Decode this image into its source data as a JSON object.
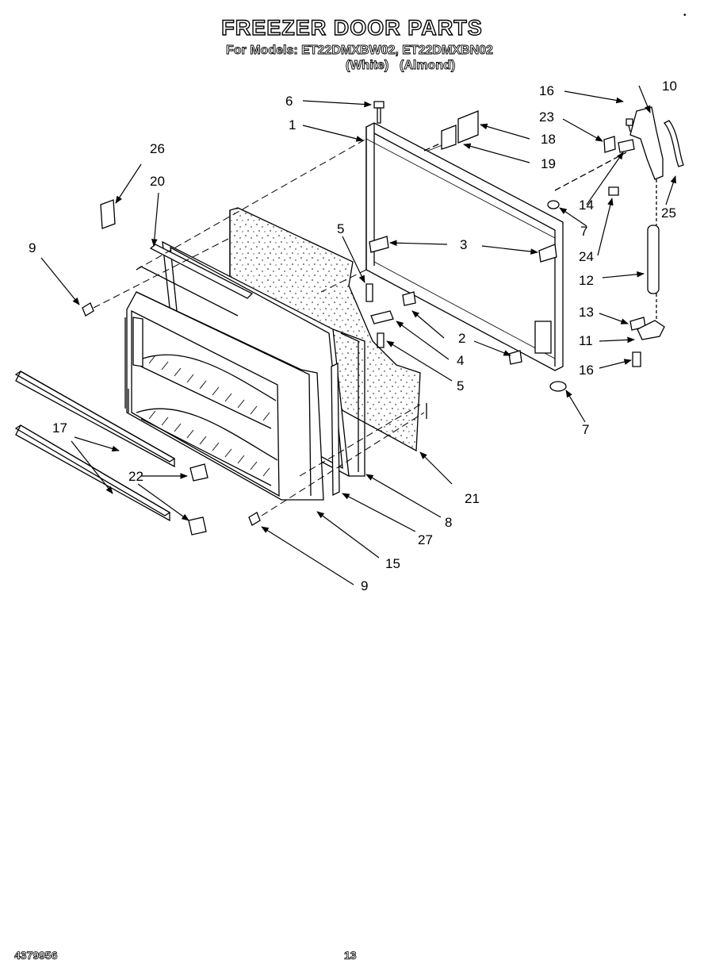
{
  "title": "FREEZER DOOR PARTS",
  "models_line": "For Models: ET22DMXBW02, ET22DMXBN02",
  "color_white": "(White)",
  "color_almond": "(Almond)",
  "footer_code": "4379956",
  "page_number": "13",
  "corner_mark": "•",
  "callouts": {
    "c1": "1",
    "c2": "2",
    "c3": "3",
    "c4": "4",
    "c5a": "5",
    "c5b": "5",
    "c6": "6",
    "c7a": "7",
    "c7b": "7",
    "c8": "8",
    "c9a": "9",
    "c9b": "9",
    "c10": "10",
    "c11": "11",
    "c12": "12",
    "c13": "13",
    "c14": "14",
    "c15": "15",
    "c16a": "16",
    "c16b": "16",
    "c17": "17",
    "c18": "18",
    "c19": "19",
    "c20": "20",
    "c21": "21",
    "c22": "22",
    "c23": "23",
    "c24": "24",
    "c25": "25",
    "c26": "26",
    "c27": "27"
  }
}
